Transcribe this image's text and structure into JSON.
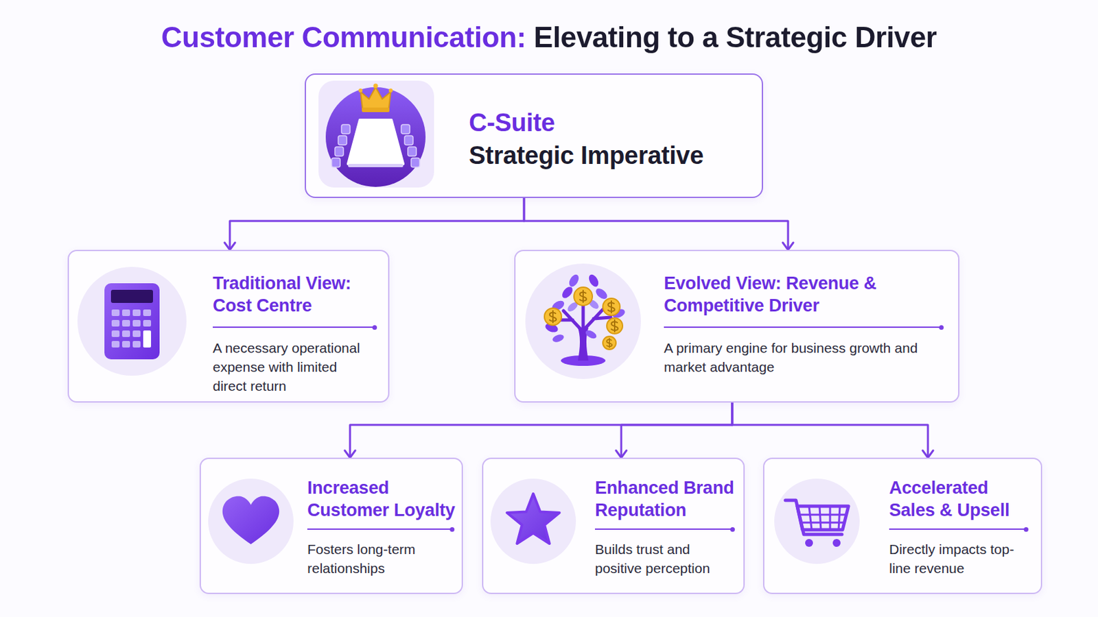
{
  "diagram": {
    "title": "Customer Communication: Elevating to a Strategic Driver",
    "nodes": [
      {
        "text": [
          "C-Suite",
          "Strategic Imperative"
        ]
      },
      {
        "text": [
          "Traditional View: Cost Centre",
          "A necessary operational expense with limited direct return"
        ]
      },
      {
        "text": [
          "Evolved View: Revenue & Competitive Driver",
          "A primary engine for business growth and market advantage"
        ]
      },
      {
        "text": [
          "Increased Customer Loyalty",
          "Fosters long-term relationships"
        ]
      },
      {
        "text": [
          "Enhanced Brand Reputation",
          "Builds trust and positive perception"
        ]
      },
      {
        "text": [
          "Accelerated Sales & Upsell",
          "Directly impacts top-line revenue"
        ]
      }
    ],
    "edges": [
      {
        "from": 0,
        "to": 1,
        "arrow": "to"
      },
      {
        "from": 0,
        "to": 2,
        "arrow": "to"
      },
      {
        "from": 2,
        "to": 3,
        "arrow": "to"
      },
      {
        "from": 2,
        "to": 4,
        "arrow": "to"
      },
      {
        "from": 2,
        "to": 5,
        "arrow": "to"
      }
    ]
  }
}
